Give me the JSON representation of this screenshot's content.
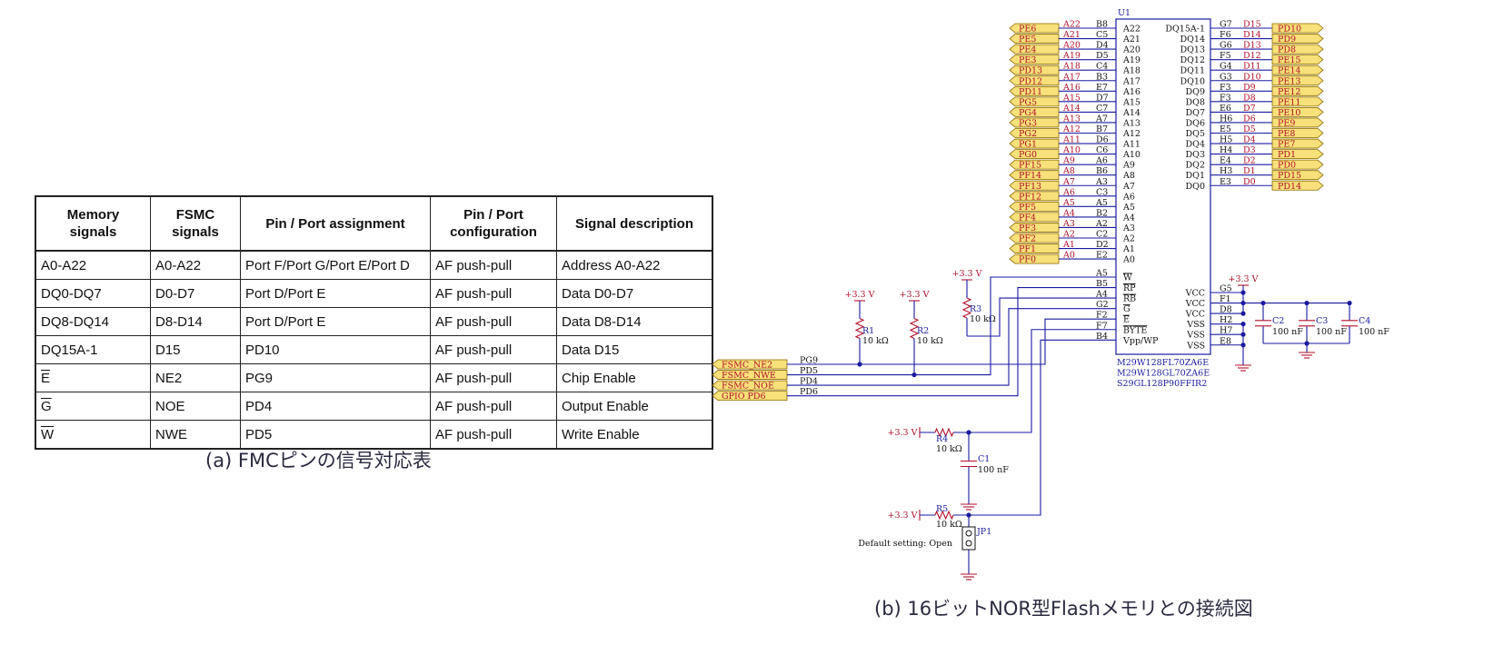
{
  "table": {
    "headers": [
      "Memory\nsignals",
      "FSMC\nsignals",
      "Pin / Port assignment",
      "Pin / Port\nconfiguration",
      "Signal description"
    ],
    "rows": [
      {
        "mem": "A0-A22",
        "fsmc": "A0-A22",
        "pin": "Port F/Port G/Port E/Port D",
        "cfg": "AF push-pull",
        "desc": "Address A0-A22"
      },
      {
        "mem": "DQ0-DQ7",
        "fsmc": "D0-D7",
        "pin": "Port D/Port E",
        "cfg": "AF push-pull",
        "desc": "Data D0-D7"
      },
      {
        "mem": "DQ8-DQ14",
        "fsmc": "D8-D14",
        "pin": "Port D/Port E",
        "cfg": "AF push-pull",
        "desc": "Data D8-D14"
      },
      {
        "mem": "DQ15A-1",
        "fsmc": "D15",
        "pin": "PD10",
        "cfg": "AF push-pull",
        "desc": "Data D15"
      },
      {
        "mem": "E",
        "fsmc": "NE2",
        "pin": "PG9",
        "cfg": "AF push-pull",
        "desc": "Chip Enable",
        "over": true
      },
      {
        "mem": "G",
        "fsmc": "NOE",
        "pin": "PD4",
        "cfg": "AF push-pull",
        "desc": "Output Enable",
        "over": true
      },
      {
        "mem": "W",
        "fsmc": "NWE",
        "pin": "PD5",
        "cfg": "AF push-pull",
        "desc": "Write Enable",
        "over": true
      }
    ]
  },
  "caption_a": "(a) FMCピンの信号対応表",
  "caption_b": "(b) 16ビットNOR型Flashメモリとの接続図",
  "schematic": {
    "ic_ref": "U1",
    "parts": [
      "M29W128FL70ZA6E",
      "M29W128GL70ZA6E",
      "S29GL128P90FFIR2"
    ],
    "left_pins": [
      {
        "port": "PE6",
        "sig": "A22",
        "ball": "B8",
        "pin": "A22"
      },
      {
        "port": "PE5",
        "sig": "A21",
        "ball": "C5",
        "pin": "A21"
      },
      {
        "port": "PE4",
        "sig": "A20",
        "ball": "D4",
        "pin": "A20"
      },
      {
        "port": "PE3",
        "sig": "A19",
        "ball": "D5",
        "pin": "A19"
      },
      {
        "port": "PD13",
        "sig": "A18",
        "ball": "C4",
        "pin": "A18"
      },
      {
        "port": "PD12",
        "sig": "A17",
        "ball": "B3",
        "pin": "A17"
      },
      {
        "port": "PD11",
        "sig": "A16",
        "ball": "E7",
        "pin": "A16"
      },
      {
        "port": "PG5",
        "sig": "A15",
        "ball": "D7",
        "pin": "A15"
      },
      {
        "port": "PG4",
        "sig": "A14",
        "ball": "C7",
        "pin": "A14"
      },
      {
        "port": "PG3",
        "sig": "A13",
        "ball": "A7",
        "pin": "A13"
      },
      {
        "port": "PG2",
        "sig": "A12",
        "ball": "B7",
        "pin": "A12"
      },
      {
        "port": "PG1",
        "sig": "A11",
        "ball": "D6",
        "pin": "A11"
      },
      {
        "port": "PG0",
        "sig": "A10",
        "ball": "C6",
        "pin": "A10"
      },
      {
        "port": "PF15",
        "sig": "A9",
        "ball": "A6",
        "pin": "A9"
      },
      {
        "port": "PF14",
        "sig": "A8",
        "ball": "B6",
        "pin": "A8"
      },
      {
        "port": "PF13",
        "sig": "A7",
        "ball": "A3",
        "pin": "A7"
      },
      {
        "port": "PF12",
        "sig": "A6",
        "ball": "C3",
        "pin": "A6"
      },
      {
        "port": "PF5",
        "sig": "A5",
        "ball": "A5",
        "pin": "A5"
      },
      {
        "port": "PF4",
        "sig": "A4",
        "ball": "B2",
        "pin": "A4"
      },
      {
        "port": "PF3",
        "sig": "A3",
        "ball": "A2",
        "pin": "A3"
      },
      {
        "port": "PF2",
        "sig": "A2",
        "ball": "C2",
        "pin": "A2"
      },
      {
        "port": "PF1",
        "sig": "A1",
        "ball": "D2",
        "pin": "A1"
      },
      {
        "port": "PF0",
        "sig": "A0",
        "ball": "E2",
        "pin": "A0"
      }
    ],
    "right_pins": [
      {
        "pin": "DQ15A-1",
        "ball": "G7",
        "sig": "D15",
        "port": "PD10"
      },
      {
        "pin": "DQ14",
        "ball": "F6",
        "sig": "D14",
        "port": "PD9"
      },
      {
        "pin": "DQ13",
        "ball": "G6",
        "sig": "D13",
        "port": "PD8"
      },
      {
        "pin": "DQ12",
        "ball": "F5",
        "sig": "D12",
        "port": "PE15"
      },
      {
        "pin": "DQ11",
        "ball": "G4",
        "sig": "D11",
        "port": "PE14"
      },
      {
        "pin": "DQ10",
        "ball": "G3",
        "sig": "D10",
        "port": "PE13"
      },
      {
        "pin": "DQ9",
        "ball": "F3",
        "sig": "D9",
        "port": "PE12"
      },
      {
        "pin": "DQ8",
        "ball": "F3",
        "sig": "D8",
        "port": "PE11"
      },
      {
        "pin": "DQ7",
        "ball": "E6",
        "sig": "D7",
        "port": "PE10"
      },
      {
        "pin": "DQ6",
        "ball": "H6",
        "sig": "D6",
        "port": "PE9"
      },
      {
        "pin": "DQ5",
        "ball": "E5",
        "sig": "D5",
        "port": "PE8"
      },
      {
        "pin": "DQ4",
        "ball": "H5",
        "sig": "D4",
        "port": "PE7"
      },
      {
        "pin": "DQ3",
        "ball": "H4",
        "sig": "D3",
        "port": "PD1"
      },
      {
        "pin": "DQ2",
        "ball": "E4",
        "sig": "D2",
        "port": "PD0"
      },
      {
        "pin": "DQ1",
        "ball": "H3",
        "sig": "D1",
        "port": "PD15"
      },
      {
        "pin": "DQ0",
        "ball": "E3",
        "sig": "D0",
        "port": "PD14"
      }
    ],
    "ctrl_pins": [
      {
        "ball": "A5",
        "pin": "W",
        "over": true
      },
      {
        "ball": "B5",
        "pin": "RP",
        "over": true
      },
      {
        "ball": "A4",
        "pin": "RB",
        "over": true
      },
      {
        "ball": "G2",
        "pin": "G",
        "over": true
      },
      {
        "ball": "F2",
        "pin": "E",
        "over": true
      },
      {
        "ball": "F7",
        "pin": "BYTE",
        "over": true
      },
      {
        "ball": "B4",
        "pin": "Vpp/WP",
        "over": false
      }
    ],
    "pwr_pins": [
      {
        "pin": "VCC",
        "ball": "G5"
      },
      {
        "pin": "VCC",
        "ball": "F1"
      },
      {
        "pin": "VCC",
        "ball": "D8"
      },
      {
        "pin": "VSS",
        "ball": "H2"
      },
      {
        "pin": "VSS",
        "ball": "H7"
      },
      {
        "pin": "VSS",
        "ball": "E8"
      }
    ],
    "fsmc_inputs": [
      {
        "label": "FSMC_NE2",
        "net": "PG9"
      },
      {
        "label": "FSMC_NWE",
        "net": "PD5"
      },
      {
        "label": "FSMC_NOE",
        "net": "PD4"
      },
      {
        "label": "GPIO PD6",
        "net": "PD6"
      }
    ],
    "supply": "+3.3 V",
    "resistors": [
      {
        "ref": "R1",
        "val": "10 kΩ"
      },
      {
        "ref": "R2",
        "val": "10 kΩ"
      },
      {
        "ref": "R3",
        "val": "10 kΩ"
      },
      {
        "ref": "R4",
        "val": "10 kΩ"
      },
      {
        "ref": "R5",
        "val": "10 kΩ"
      }
    ],
    "caps": [
      {
        "ref": "C1",
        "val": "100 nF"
      },
      {
        "ref": "C2",
        "val": "100 nF"
      },
      {
        "ref": "C3",
        "val": "100 nF"
      },
      {
        "ref": "C4",
        "val": "100 nF"
      }
    ],
    "jumper_ref": "JP1",
    "jumper_note": "Default setting: Open"
  },
  "colors": {
    "wire": "#1a1aa0",
    "label_fill": "#f8e07a",
    "label_stroke": "#8a6a00",
    "red": "#b0102a",
    "black": "#111111"
  }
}
